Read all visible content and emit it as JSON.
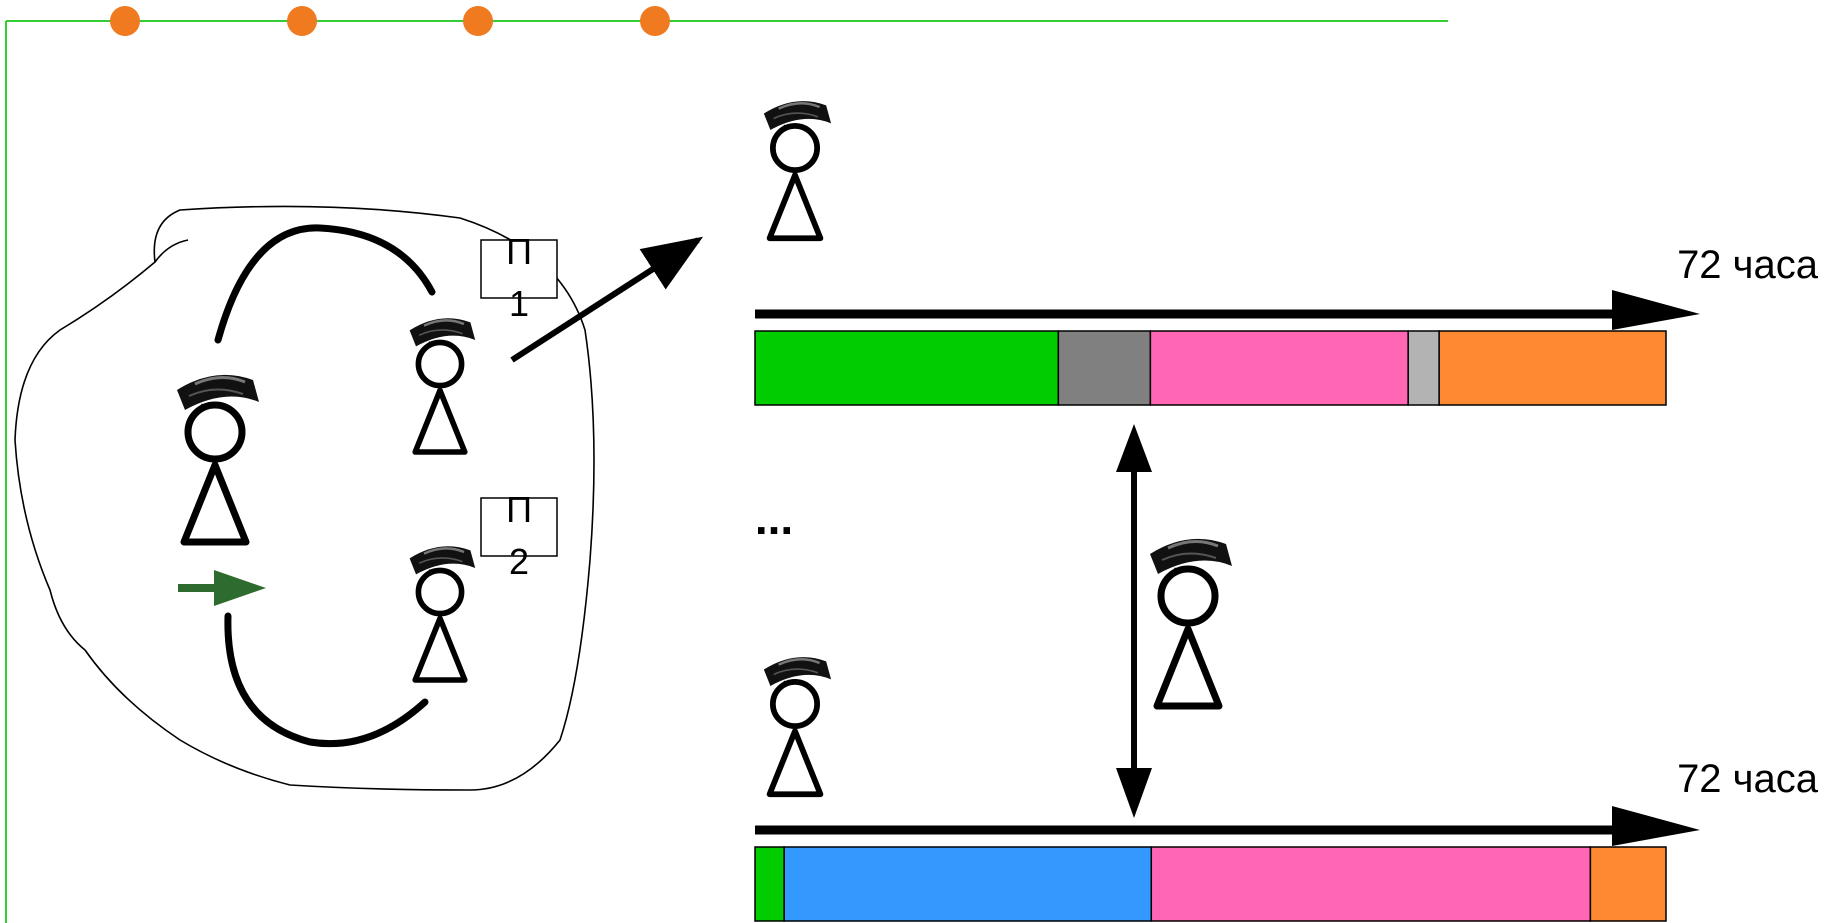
{
  "timelines": [
    {
      "label": "72 часа",
      "segments": [
        {
          "color": "#00cc00",
          "share": 0.333
        },
        {
          "color": "#808080",
          "share": 0.101
        },
        {
          "color": "#ff66b3",
          "share": 0.283
        },
        {
          "color": "#b3b3b3",
          "share": 0.034
        },
        {
          "color": "#ff8833",
          "share": 0.249
        }
      ]
    },
    {
      "label": "72 часа",
      "segments": [
        {
          "color": "#00cc00",
          "share": 0.032
        },
        {
          "color": "#3399ff",
          "share": 0.403
        },
        {
          "color": "#ff66b3",
          "share": 0.482
        },
        {
          "color": "#ff8833",
          "share": 0.083
        }
      ]
    }
  ],
  "tags": [
    {
      "top": "П",
      "bottom": "1"
    },
    {
      "top": "П",
      "bottom": "2"
    }
  ],
  "ellipsis": "...",
  "colors": {
    "frame_line": "#33cc33",
    "frame_dot": "#f07a20",
    "green_arrow": "#2e6b2e"
  },
  "icons": [
    "graduate-person-icon"
  ]
}
